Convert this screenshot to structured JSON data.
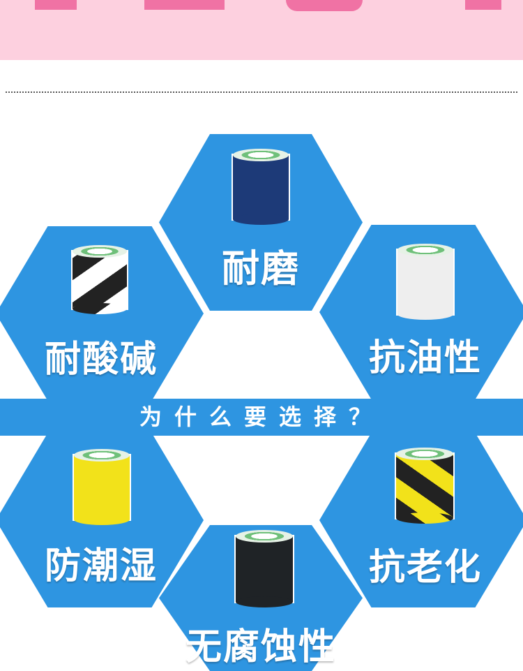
{
  "banner": {
    "bg_color": "#fdd0df",
    "tab_color": "#f072a4"
  },
  "accent_color": "#2e95e1",
  "band": {
    "text": "为什么要选择？"
  },
  "features": [
    {
      "label": "耐磨",
      "tape_color": "#1d3a78",
      "tape_pattern": "solid"
    },
    {
      "label": "耐酸碱",
      "tape_color": "#222222",
      "tape_pattern": "black-white-stripe"
    },
    {
      "label": "抗油性",
      "tape_color": "#eeeeee",
      "tape_pattern": "solid"
    },
    {
      "label": "防潮湿",
      "tape_color": "#f2e21a",
      "tape_pattern": "solid"
    },
    {
      "label": "抗老化",
      "tape_color": "#222222",
      "tape_pattern": "black-yellow-stripe"
    },
    {
      "label": "无腐蚀性",
      "tape_color": "#1f2326",
      "tape_pattern": "solid"
    }
  ]
}
